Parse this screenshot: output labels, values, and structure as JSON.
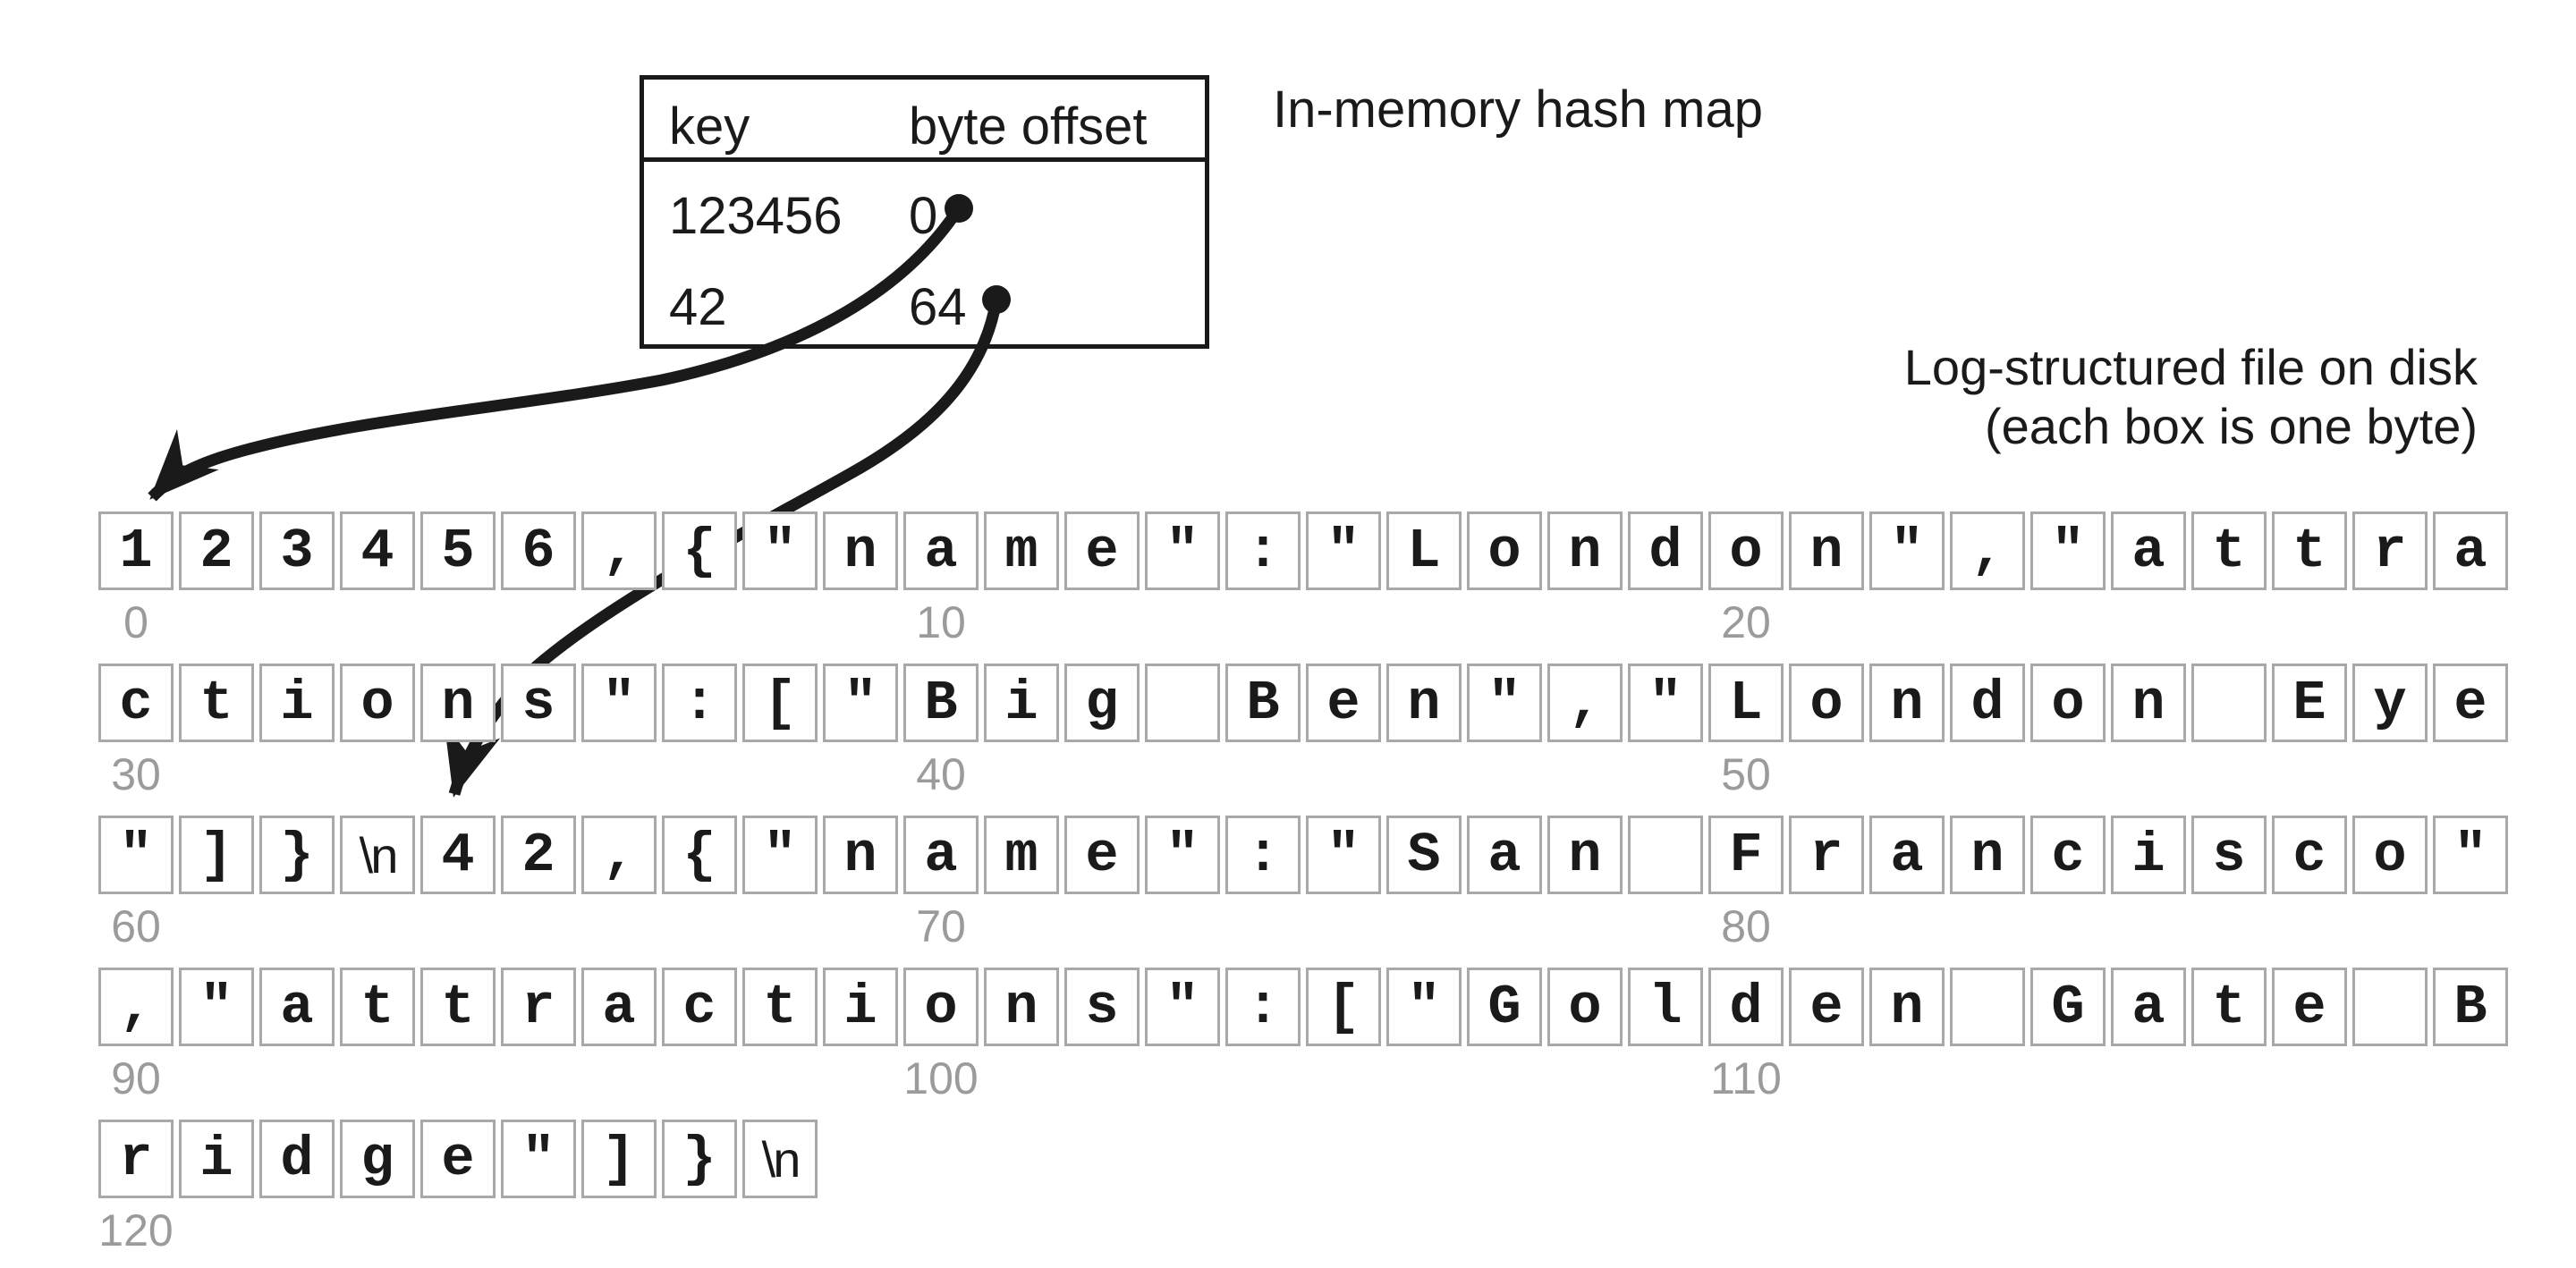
{
  "hashmap": {
    "title": "In-memory hash map",
    "columns": [
      "key",
      "byte offset"
    ],
    "rows": [
      {
        "key": "123456",
        "offset": "0"
      },
      {
        "key": "42",
        "offset": "64"
      }
    ]
  },
  "disk": {
    "title_line1": "Log-structured file on disk",
    "title_line2": "(each box is one byte)",
    "rows": [
      {
        "start": 0,
        "bytes": [
          "1",
          "2",
          "3",
          "4",
          "5",
          "6",
          ",",
          "{",
          "\"",
          "n",
          "a",
          "m",
          "e",
          "\"",
          ":",
          "\"",
          "L",
          "o",
          "n",
          "d",
          "o",
          "n",
          "\"",
          ",",
          "\"",
          "a",
          "t",
          "t",
          "r",
          "a"
        ]
      },
      {
        "start": 30,
        "bytes": [
          "c",
          "t",
          "i",
          "o",
          "n",
          "s",
          "\"",
          ":",
          "[",
          "\"",
          "B",
          "i",
          "g",
          " ",
          "B",
          "e",
          "n",
          "\"",
          ",",
          "\"",
          "L",
          "o",
          "n",
          "d",
          "o",
          "n",
          " ",
          "E",
          "y",
          "e"
        ]
      },
      {
        "start": 60,
        "bytes": [
          "\"",
          "]",
          "}",
          "\\n",
          "4",
          "2",
          ",",
          "{",
          "\"",
          "n",
          "a",
          "m",
          "e",
          "\"",
          ":",
          "\"",
          "S",
          "a",
          "n",
          " ",
          "F",
          "r",
          "a",
          "n",
          "c",
          "i",
          "s",
          "c",
          "o",
          "\""
        ]
      },
      {
        "start": 90,
        "bytes": [
          ",",
          "\"",
          "a",
          "t",
          "t",
          "r",
          "a",
          "c",
          "t",
          "i",
          "o",
          "n",
          "s",
          "\"",
          ":",
          "[",
          "\"",
          "G",
          "o",
          "l",
          "d",
          "e",
          "n",
          " ",
          "G",
          "a",
          "t",
          "e",
          " ",
          "B"
        ]
      },
      {
        "start": 120,
        "bytes": [
          "r",
          "i",
          "d",
          "g",
          "e",
          "\"",
          "]",
          "}",
          "\\n"
        ]
      }
    ],
    "offset_label_step": 10
  },
  "links": [
    {
      "from_offset": "0",
      "points_to_byte_index": 0
    },
    {
      "from_offset": "64",
      "points_to_byte_index": 64
    }
  ],
  "colors": {
    "text": "#1a1a1a",
    "arrow": "#1a1a1a",
    "box_border": "#a8a8a8",
    "offset_label": "#9b9b9b",
    "background": "#ffffff"
  }
}
